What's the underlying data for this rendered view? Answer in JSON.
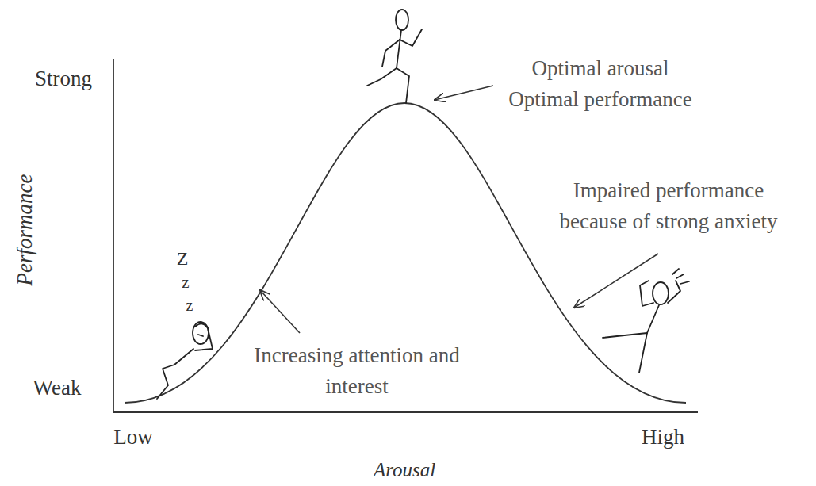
{
  "diagram": {
    "labels": [
      "Strong",
      "Weak",
      "Performance",
      "Low",
      "High",
      "Arousal",
      "Optimal arousal Optimal performance",
      "Impaired performance because of strong anxiety",
      "Increasing attention and interest",
      "Z",
      "z",
      "z"
    ]
  }
}
